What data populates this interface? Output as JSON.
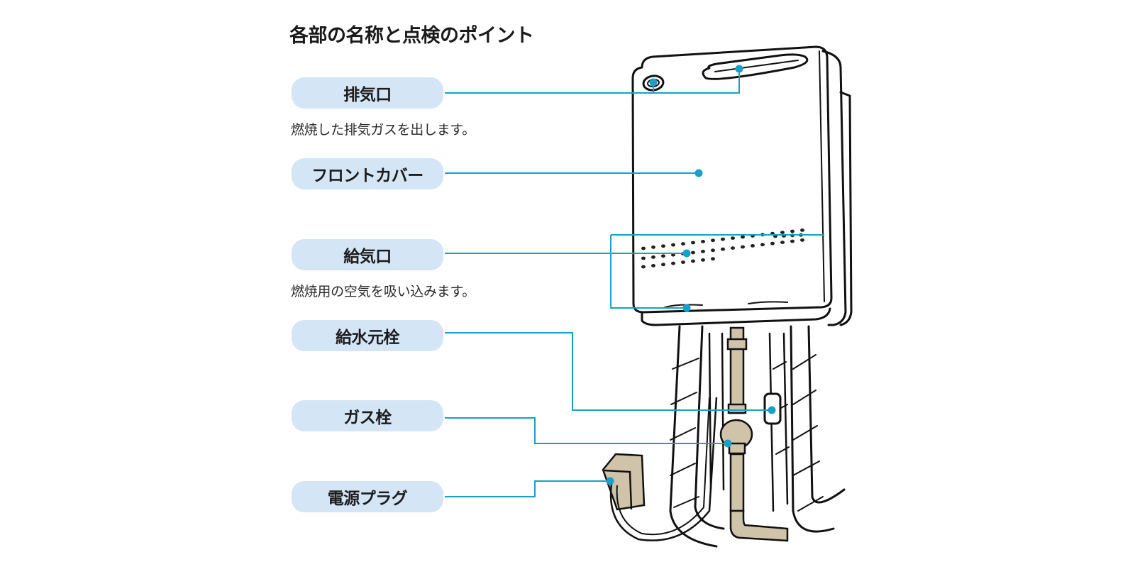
{
  "title": "各部の名称と点検のポイント",
  "colors": {
    "accent_line": "#1a9fc9",
    "pill_bg": "#d4e5f6",
    "pipe_fill": "#cfc3aa"
  },
  "parts": [
    {
      "label": "排気口",
      "description": "燃焼した排気ガスを出します。"
    },
    {
      "label": "フロントカバー",
      "description": ""
    },
    {
      "label": "給気口",
      "description": "燃焼用の空気を吸い込みます。"
    },
    {
      "label": "給水元栓",
      "description": ""
    },
    {
      "label": "ガス栓",
      "description": ""
    },
    {
      "label": "電源プラグ",
      "description": ""
    }
  ]
}
